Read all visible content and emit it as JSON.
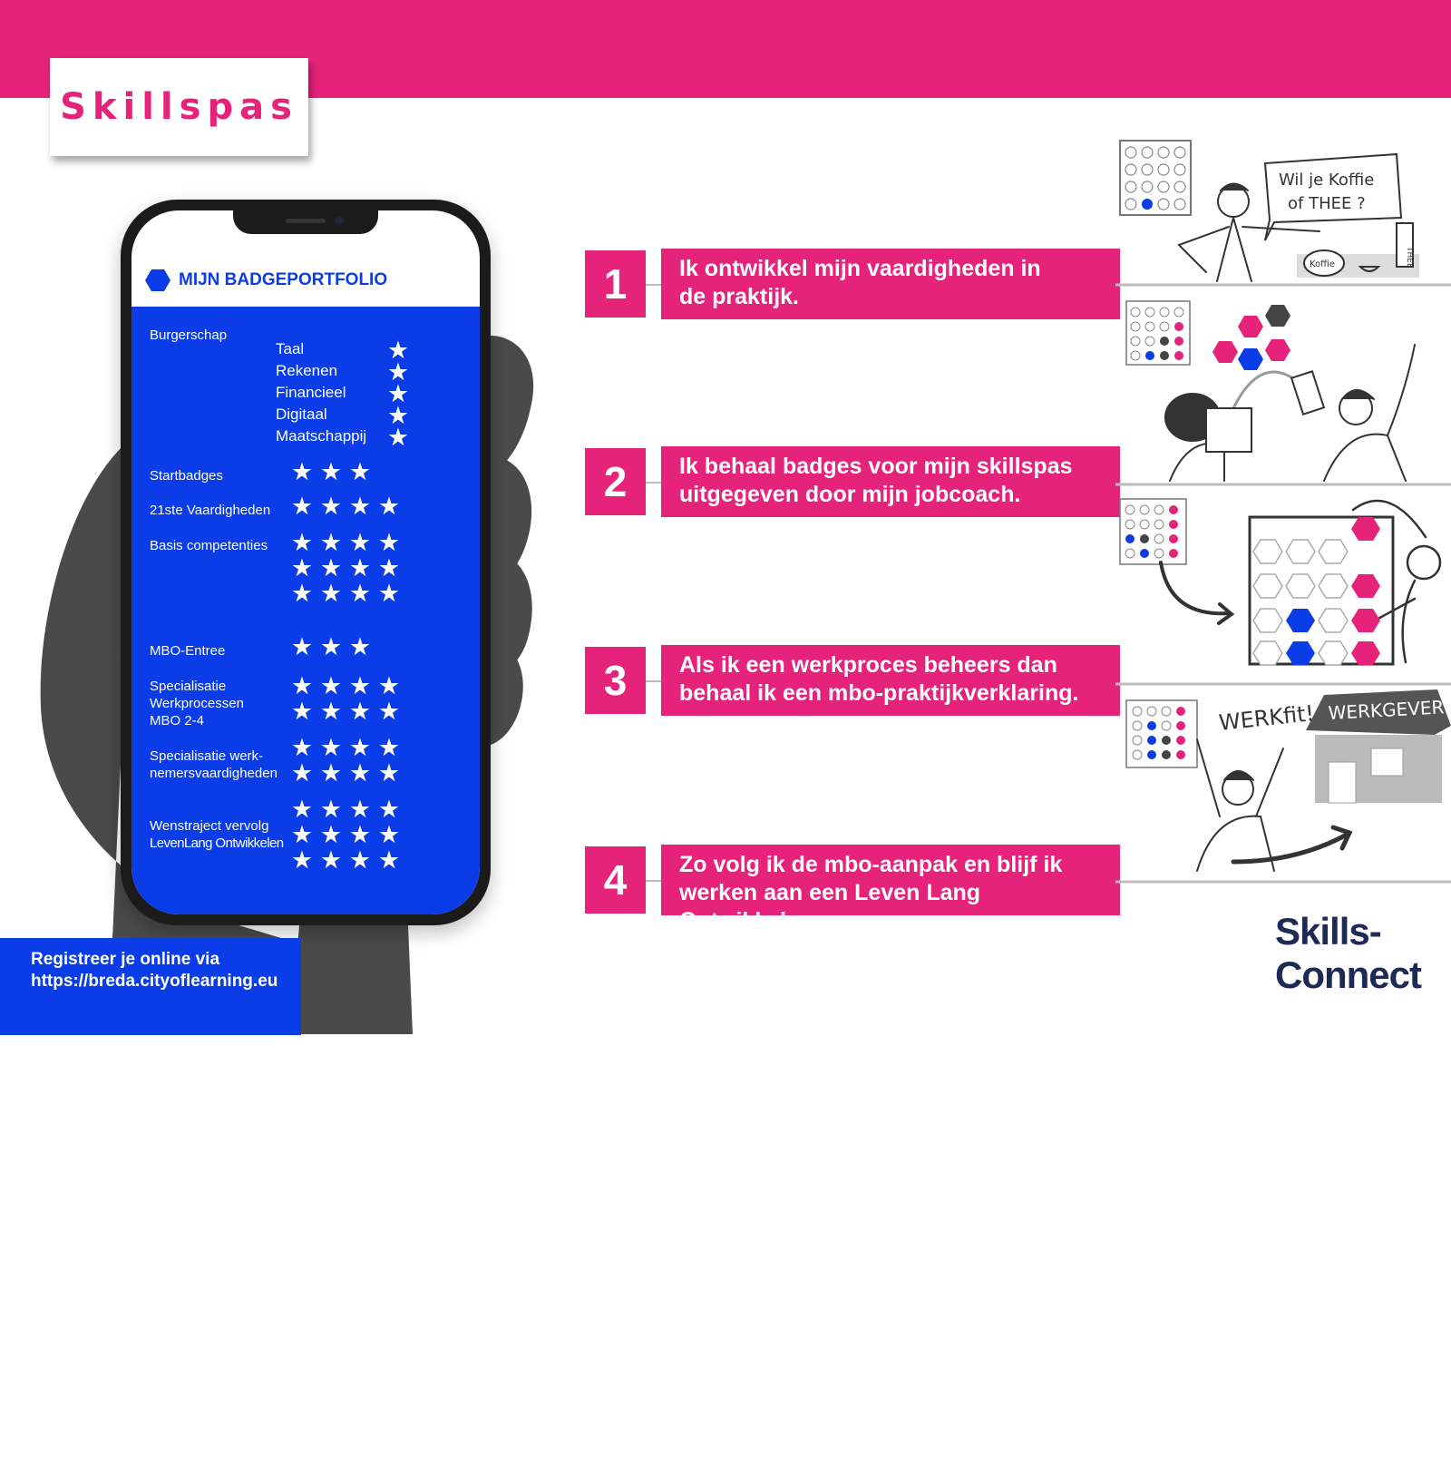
{
  "brand": {
    "title": "Skillspas",
    "accent": "#e6237b",
    "blue": "#0a3de8"
  },
  "app": {
    "title": "MIJN BADGEPORTFOLIO",
    "burgerschap": {
      "label": "Burgerschap",
      "items": [
        "Taal",
        "Rekenen",
        "Financieel",
        "Digitaal",
        "Maatschappij"
      ]
    },
    "groups": {
      "startbadges": {
        "label": "Startbadges",
        "stars": 3
      },
      "vaardigheden21": {
        "label": "21ste Vaardigheden",
        "stars": 4
      },
      "basis": {
        "label": "Basis competenties",
        "stars": 12
      },
      "mbo_entree": {
        "label": "MBO-Entree",
        "stars": 3
      },
      "spec_werkprocessen": {
        "l1": "Specialisatie",
        "l2": "Werkprocessen",
        "l3": "MBO 2-4",
        "stars": 8
      },
      "spec_werknemers": {
        "l1": "Specialisatie werk-",
        "l2": "nemersvaardigheden",
        "stars": 8
      },
      "wenstraject": {
        "l1": "Wenstraject vervolg",
        "l2": "LevenLang Ontwikkelen",
        "stars": 12
      }
    }
  },
  "steps": [
    {
      "num": "1",
      "line1": "Ik ontwikkel mijn vaardigheden in",
      "line2": "de praktijk."
    },
    {
      "num": "2",
      "line1": "Ik behaal badges voor mijn skillspas",
      "line2": "uitgegeven door mijn jobcoach."
    },
    {
      "num": "3",
      "line1": "Als ik een werkproces beheers dan",
      "line2": "behaal ik een mbo-praktijkverklaring."
    },
    {
      "num": "4",
      "line1": "Zo volg ik de mbo-aanpak en blijf ik",
      "line2": "werken aan een Leven Lang Ontwikkelen."
    }
  ],
  "illustrations": {
    "speech1": "Wil je Koffie",
    "speech2": "of THEE ?",
    "koffie": "Koffie",
    "thee": "THEE",
    "werkfit": "WERKfit!",
    "werkgever": "WERKGEVER"
  },
  "register": {
    "line1": "Registreer je online via",
    "line2": "https://breda.cityoflearning.eu"
  },
  "logo": {
    "line1": "Skills-",
    "line2": "Connect"
  }
}
